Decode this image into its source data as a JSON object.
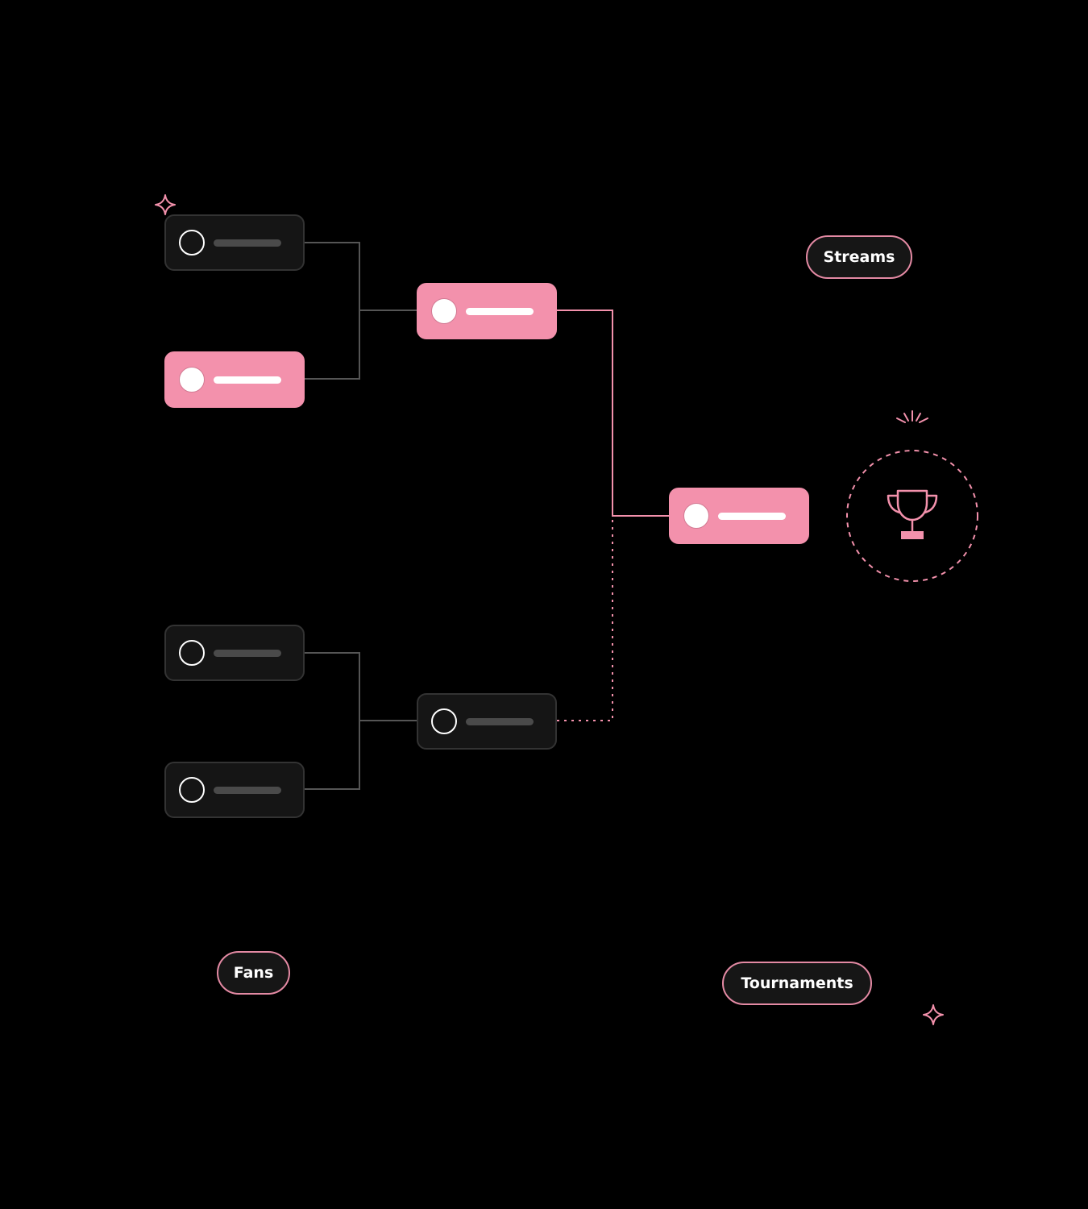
{
  "tags": {
    "streams": "Streams",
    "fans": "Fans",
    "tournaments": "Tournaments"
  },
  "bracket": {
    "round1": [
      {
        "state": "eliminated"
      },
      {
        "state": "winner"
      },
      {
        "state": "pending"
      },
      {
        "state": "pending"
      }
    ],
    "round2": [
      {
        "state": "winner"
      },
      {
        "state": "pending"
      }
    ],
    "final": {
      "state": "winner"
    }
  },
  "icons": {
    "trophy": "trophy-icon",
    "sparkle": "sparkle-icon",
    "burst": "burst-icon"
  },
  "colors": {
    "background": "#000000",
    "accent": "#f391ac",
    "card_dark": "#151515",
    "connector_dark": "#555555"
  }
}
